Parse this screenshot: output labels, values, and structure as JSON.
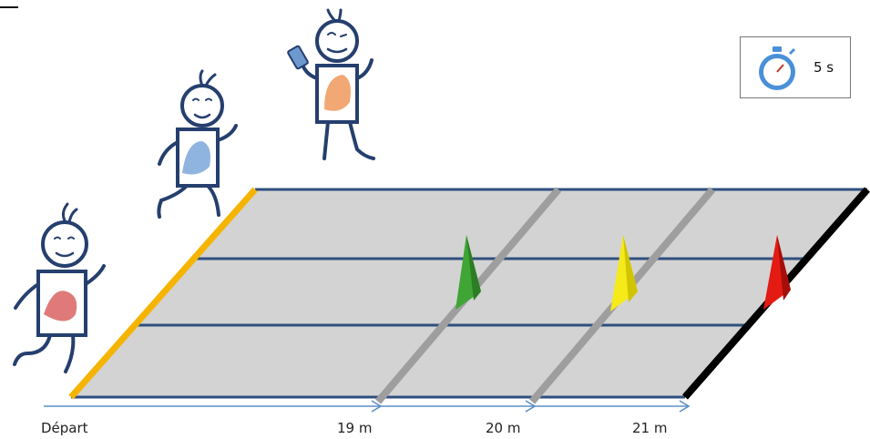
{
  "timer": {
    "icon": "stopwatch-icon",
    "value": "5 s"
  },
  "distances": {
    "start": "Départ",
    "seg1": "19 m",
    "seg2": "20 m",
    "seg3": "21 m"
  },
  "cones": {
    "first": "#3fa535",
    "second": "#f5ea1a",
    "third": "#e41b13"
  },
  "colors": {
    "start_line": "#f5b400",
    "finish_line": "#000000",
    "lane_lines": "#2f4f7f",
    "track": "#d3d3d3"
  }
}
